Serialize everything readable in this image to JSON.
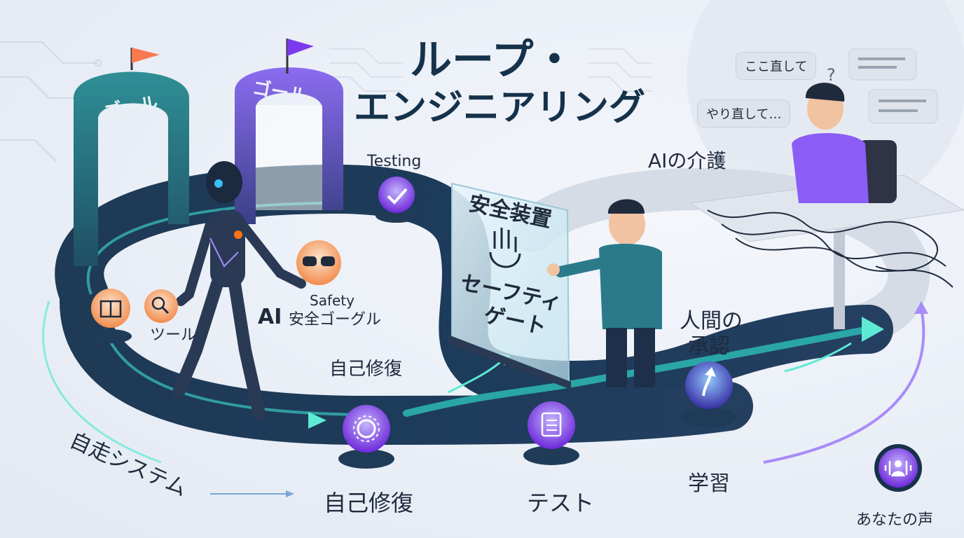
{
  "title": {
    "line1": "ループ・",
    "line2": "エンジニアリング"
  },
  "goals": [
    "ゴール",
    "ゴール"
  ],
  "labels": {
    "testing_en": "Testing",
    "ai": "AI",
    "safety_en": "Safety",
    "safety_goggles": "安全ゴーグル",
    "tool": "ツール",
    "self_repair_upper": "自己修復",
    "self_repair_lower": "自己修復",
    "autonomous": "自走システム",
    "test": "テスト",
    "learning": "学習",
    "human_approval_1": "人間の",
    "human_approval_2": "承認",
    "ai_care": "AIの介護",
    "your_voice": "あなたの声"
  },
  "gate": {
    "line1": "安全装置",
    "line2": "セーフティ",
    "line3": "ゲート"
  },
  "bubbles": {
    "fix_here": "ここ直して",
    "redo": "やり直して…",
    "question": "?"
  },
  "icons": {
    "book": "book-icon",
    "search": "search-icon",
    "goggles": "goggles-icon",
    "check": "check-icon",
    "gear": "gear-icon",
    "clipboard": "clipboard-icon",
    "arrow_up": "arrow-up-icon",
    "voice": "voice-icon",
    "hand": "hand-icon"
  },
  "colors": {
    "track_dark": "#1f3b57",
    "track_teal": "#2aa6a6",
    "accent_purple": "#8b5cf6",
    "accent_orange": "#f59e62",
    "title": "#15324a"
  }
}
